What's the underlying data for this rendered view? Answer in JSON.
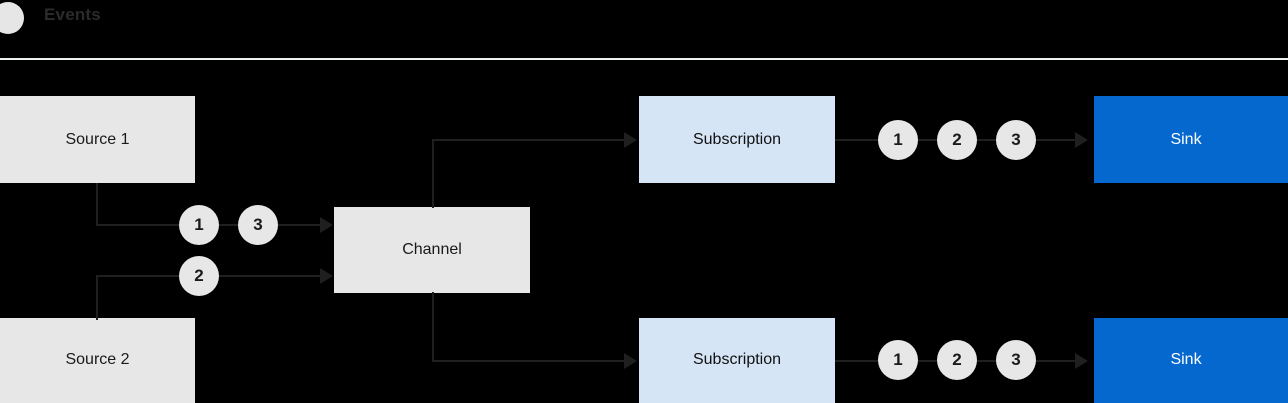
{
  "legend": {
    "dot_icon": "events-dot-icon",
    "label": "Events",
    "dot_color": "#e6e6e6"
  },
  "colors": {
    "background": "#000000",
    "source_fill": "#e7e7e7",
    "channel_fill": "#e7e7e7",
    "subscription_fill": "#d5e5f5",
    "sink_fill": "#0568ce",
    "sink_text": "#ffffff",
    "connector": "#1f1f1f",
    "divider": "#eef1f1",
    "event_fill": "#e7e7e7"
  },
  "nodes": {
    "source_1": "Source 1",
    "source_2": "Source 2",
    "channel": "Channel",
    "subscription_top": "Subscription",
    "subscription_bottom": "Subscription",
    "sink_top": "Sink",
    "sink_bottom": "Sink"
  },
  "events": {
    "source1_to_channel": [
      "1",
      "3"
    ],
    "source2_to_channel": [
      "2"
    ],
    "subscription_top_to_sink": [
      "1",
      "2",
      "3"
    ],
    "subscription_bottom_to_sink": [
      "1",
      "2",
      "3"
    ]
  }
}
